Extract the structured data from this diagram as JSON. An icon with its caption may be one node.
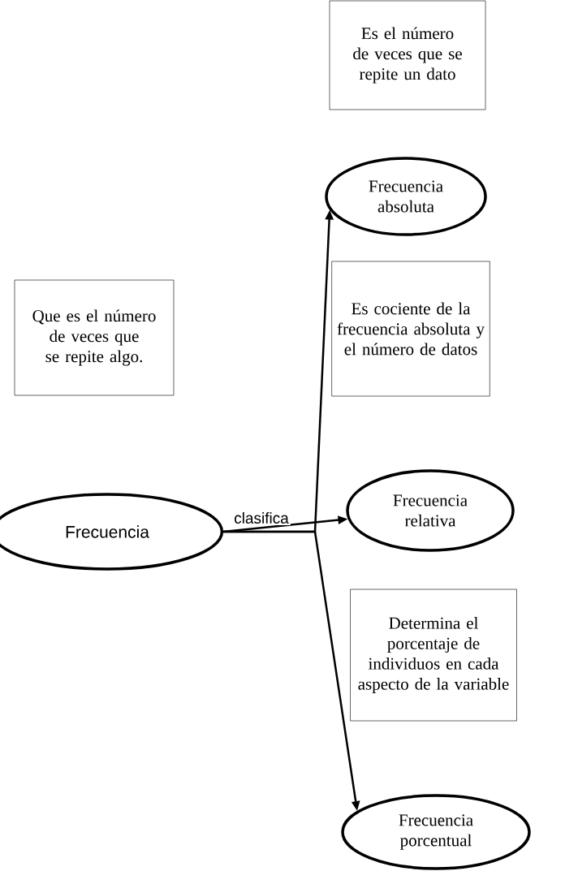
{
  "diagram": {
    "nodes": [
      {
        "text": [
          "Es el número de veces que se repite un dato"
        ]
      },
      {
        "text": [
          "Frecuencia absoluta"
        ]
      },
      {
        "text": [
          "Es cociente de la frecuencia absoluta y el número de datos"
        ]
      },
      {
        "text": [
          "Que es el número de veces que se repite algo."
        ]
      },
      {
        "text": [
          "Frecuencia"
        ]
      },
      {
        "text": [
          "Frecuencia relativa"
        ]
      },
      {
        "text": [
          "Determina el porcentaje de individuos en cada aspecto de la variable"
        ]
      },
      {
        "text": [
          "Frecuencia porcentual"
        ]
      }
    ],
    "edges": [
      {
        "from": 4,
        "to": 1,
        "arrow": "to"
      },
      {
        "from": 4,
        "to": 5,
        "arrow": "to",
        "label": "clasifica"
      },
      {
        "from": 4,
        "to": 7,
        "arrow": "to"
      }
    ]
  }
}
